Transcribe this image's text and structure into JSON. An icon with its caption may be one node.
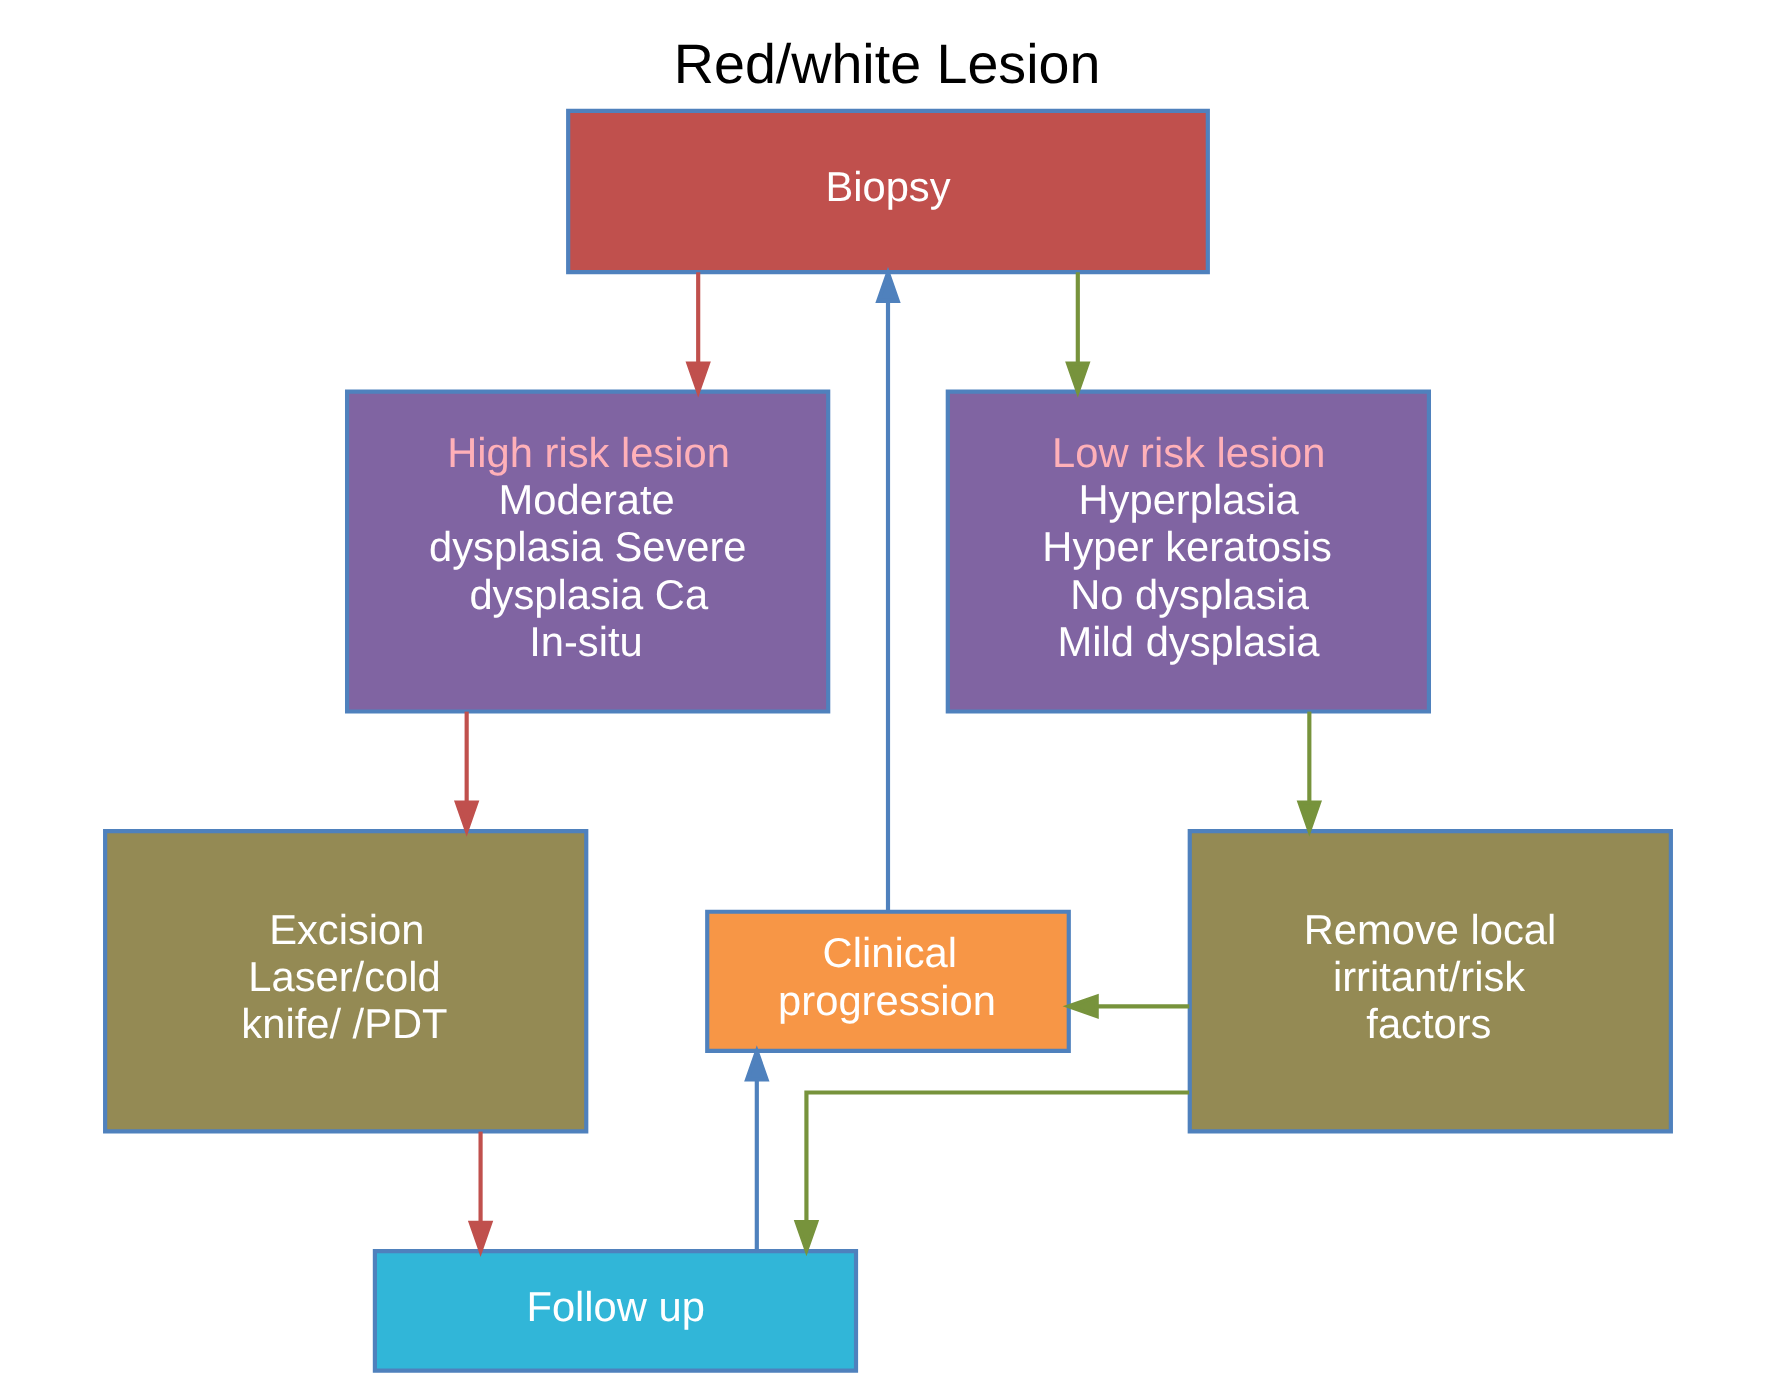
{
  "diagram": {
    "title": "Red/white Lesion",
    "nodes": [
      {
        "text": [
          "Biopsy"
        ]
      },
      {
        "text": [
          "High risk lesion",
          "Moderate dysplasia Severe dysplasia Ca In-situ"
        ]
      },
      {
        "text": [
          "Low risk lesion",
          "Hyperplasia Hyper keratosis No dysplasia Mild dysplasia"
        ]
      },
      {
        "text": [
          "Excision Laser/cold knife/ /PDT"
        ]
      },
      {
        "text": [
          "Clinical progression"
        ]
      },
      {
        "text": [
          "Remove local irritant/risk factors"
        ]
      },
      {
        "text": [
          "Follow up"
        ]
      }
    ],
    "edges": [
      {
        "from": 0,
        "to": 1,
        "arrow": "to",
        "color": "#c0504d"
      },
      {
        "from": 0,
        "to": 2,
        "arrow": "to"
      },
      {
        "from": 1,
        "to": 3,
        "arrow": "to",
        "color": "#c0504d"
      },
      {
        "from": 2,
        "to": 5,
        "arrow": "to"
      },
      {
        "from": 3,
        "to": 6,
        "arrow": "to",
        "color": "#c0504d"
      },
      {
        "from": 5,
        "to": 6,
        "arrow": "to"
      },
      {
        "from": 5,
        "to": 4,
        "arrow": "to"
      },
      {
        "from": 6,
        "to": 4,
        "arrow": "to",
        "color": "#4f81bd"
      },
      {
        "from": 4,
        "to": 0,
        "arrow": "to",
        "color": "#4f81bd"
      }
    ]
  }
}
